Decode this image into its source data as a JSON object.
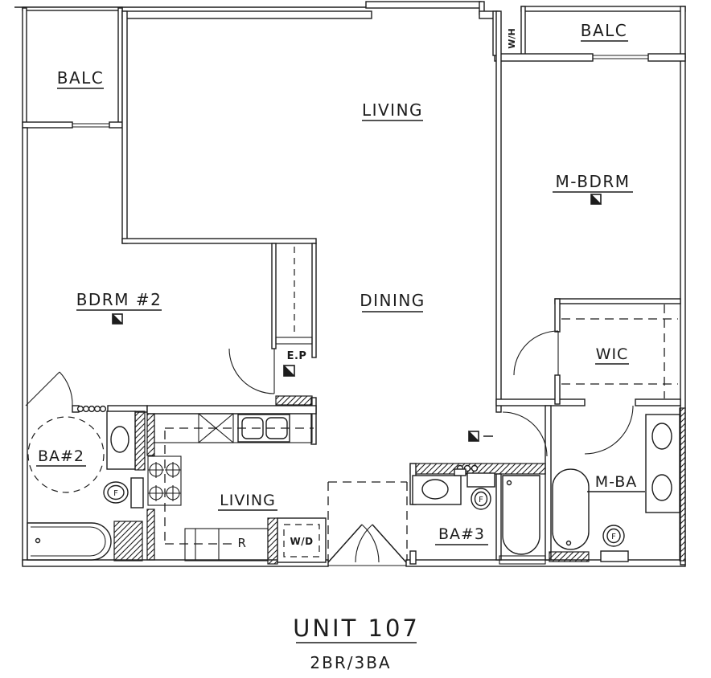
{
  "labels": {
    "balcony_left": "BALC",
    "balcony_right": "BALC",
    "living": "LIVING",
    "dining": "DINING",
    "master_bedroom": "M-BDRM",
    "bedroom_2": "BDRM #2",
    "walk_in_closet": "WIC",
    "bath_2": "BA#2",
    "bath_3": "BA#3",
    "master_bath": "M-BA",
    "kitchen_living": "LIVING",
    "water_heater": "W/H",
    "electrical_panel": "E.P",
    "range": "R",
    "washer_dryer": "W/D",
    "toilet_mark": "F"
  },
  "title": {
    "unit": "UNIT 107",
    "config": "2BR/3BA"
  },
  "colors": {
    "line": "#1c1c1c",
    "background": "#ffffff"
  }
}
